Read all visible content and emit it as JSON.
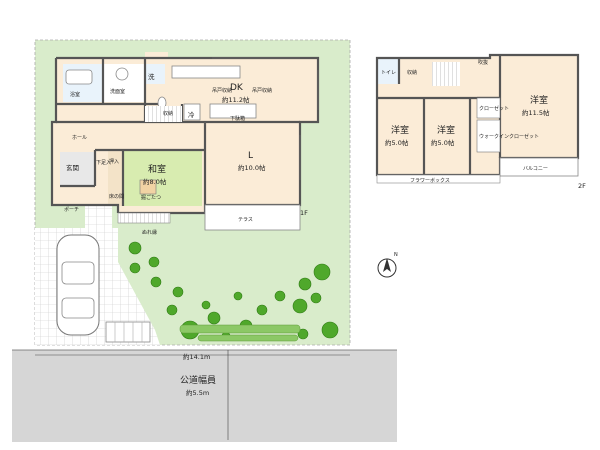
{
  "plan": {
    "rooms_1f": {
      "yokushitsu": "浴室",
      "senmenshitsu": "洗面室",
      "sen": "洗",
      "rei": "冷",
      "dk_name": "DK",
      "dk_size": "約11.2帖",
      "shuno": "収納",
      "shitabako": "下駄箱",
      "hall": "ホール",
      "genkan": "玄関",
      "geta_ire": "下足入",
      "oshiire": "押入",
      "toko_no_ma": "床の間",
      "washitsu_name": "和室",
      "washitsu_size": "約8.0帖",
      "horigotatsu": "掘ごたつ",
      "l_name": "L",
      "l_size": "約10.0帖",
      "terrace": "テラス",
      "nurien": "ぬれ縁",
      "porch": "ポーチ",
      "floor": "1F",
      "cab1": "吊戸収納",
      "cab2": "吊戸収納"
    },
    "rooms_2f": {
      "toilet": "トイレ",
      "shuno": "収納",
      "fukinuke": "吹抜",
      "yoshitsu_a_name": "洋室",
      "yoshitsu_a_size": "約5.0帖",
      "yoshitsu_b_name": "洋室",
      "yoshitsu_b_size": "約5.0帖",
      "closet": "クローゼット",
      "walkin": "ウォークインクローゼット",
      "yoshitsu_c_name": "洋室",
      "yoshitsu_c_size": "約11.5帖",
      "balcony": "バルコニー",
      "flowerbox": "フラワーボックス",
      "floor": "2F"
    },
    "site": {
      "frontage": "約14.1m",
      "road_label": "公道幅員",
      "road_width": "約5.5m",
      "north": "N"
    }
  },
  "colors": {
    "garden": "#d9eccb",
    "floor": "#fbecd7",
    "tatami": "#d8ecb0",
    "road": "#d6d6d6",
    "tree": "#4fa82b"
  }
}
